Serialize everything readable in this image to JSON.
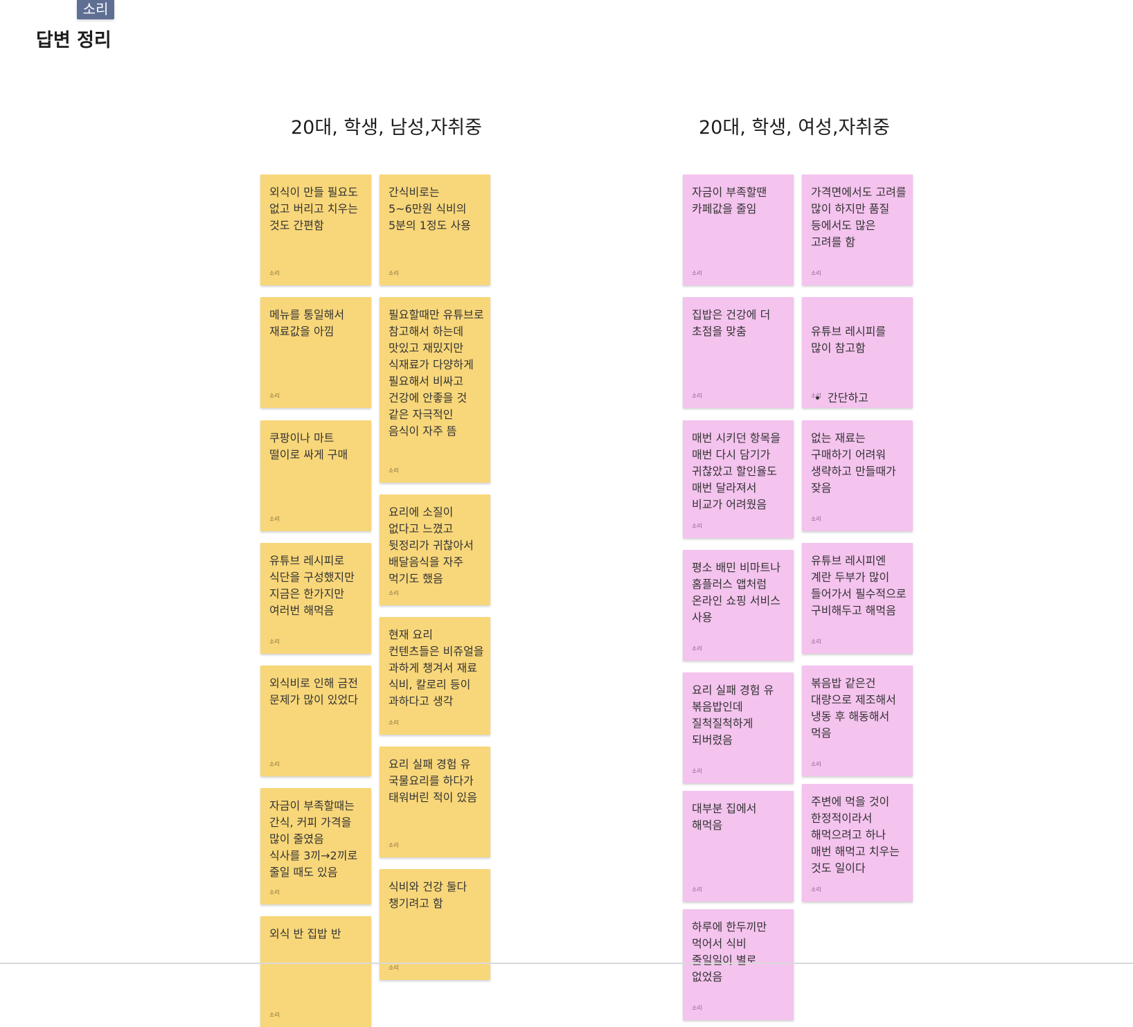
{
  "tag_label": "소리",
  "board_title": "답변 정리",
  "groups": [
    {
      "title": "20대, 학생, 남성,자취중",
      "notes": [
        {
          "text": "외식이 만들 필요도 없고 버리고 치우는 것도 간편함",
          "author": "소리"
        },
        {
          "text": "간식비로는 5~6만원 식비의 5분의 1정도 사용",
          "author": "소리"
        },
        {
          "text": "메뉴를 통일해서 재료값을 아낌",
          "author": "소리"
        },
        {
          "text": "필요할때만 유튜브로 참고해서 하는데 맛있고 재밌지만 식재료가 다양하게 필요해서 비싸고 건강에 안좋을 것 같은 자극적인 음식이 자주 뜸",
          "author": "소리"
        },
        {
          "text": "쿠팡이나 마트 떨이로 싸게 구매",
          "author": "소리"
        },
        {
          "text": "요리에 소질이 없다고 느꼈고 뒷정리가 귀찮아서 배달음식을 자주 먹기도 했음",
          "author": "소리"
        },
        {
          "text": "유튜브 레시피로 식단을 구성했지만 지금은 한가지만 여러번 해먹음",
          "author": "소리"
        },
        {
          "text": "현재 요리 컨텐츠들은 비쥬얼을 과하게 챙겨서 재료 식비, 칼로리 등이 과하다고 생각",
          "author": "소리"
        },
        {
          "text": "외식비로 인해 금전 문제가 많이 있었다",
          "author": "소리"
        },
        {
          "text": "요리 실패 경험 유 국물요리를 하다가 태워버린 적이 있음",
          "author": "소리"
        },
        {
          "text": "자금이 부족할때는 간식, 커피 가격을 많이 줄였음\n식사를 3끼→2끼로 줄일 때도 있음",
          "author": "소리"
        },
        {
          "text": "식비와 건강 둘다 챙기려고 함",
          "author": "소리"
        },
        {
          "text": "외식 반 집밥 반",
          "author": "소리"
        }
      ]
    },
    {
      "title": "20대, 학생, 여성,자취중",
      "notes": [
        {
          "text": "자금이 부족할땐 카페값을 줄임",
          "author": "소리"
        },
        {
          "text": "가격면에서도 고려를 많이 하지만 품질 등에서도 많은 고려를 함",
          "author": "소리"
        },
        {
          "text": "집밥은 건강에 더 초점을 맞춤",
          "author": "소리"
        },
        {
          "text": "유튜브 레시피를 많이 참고함",
          "bullet": "간단하고 자세해서 좋음",
          "author": "소리"
        },
        {
          "text": "매번 시키던 항목을 매번 다시 담기가 귀찮았고 할인율도 매번 달라져서 비교가 어려웠음",
          "author": "소리"
        },
        {
          "text": "없는 재료는 구매하기 어려워 생략하고 만들때가 잦음",
          "author": "소리"
        },
        {
          "text": "평소 배민 비마트나 홈플러스 앱처럼 온라인 쇼핑 서비스 사용",
          "author": "소리"
        },
        {
          "text": "유튜브 레시피엔 계란 두부가 많이 들어가서 필수적으로 구비해두고 해먹음",
          "author": "소리"
        },
        {
          "text": "요리 실패 경험 유 볶음밥인데 질척질척하게 되버렸음",
          "author": "소리"
        },
        {
          "text": "볶음밥 같은건 대량으로 제조해서 냉동 후 해동해서 먹음",
          "author": "소리"
        },
        {
          "text": "대부분 집에서 해먹음",
          "author": "소리"
        },
        {
          "text": "주변에 먹을 것이 한정적이라서 해먹으려고 하나 매번 해먹고 치우는 것도 일이다",
          "author": "소리"
        },
        {
          "text": "하루에 한두끼만 먹어서 식비 줄일일이 별로 없었음",
          "author": "소리"
        }
      ]
    }
  ],
  "colors": {
    "yellow_note": "#f8d77a",
    "pink_note": "#f4c3ee",
    "tag_bg": "#5f6f94"
  }
}
